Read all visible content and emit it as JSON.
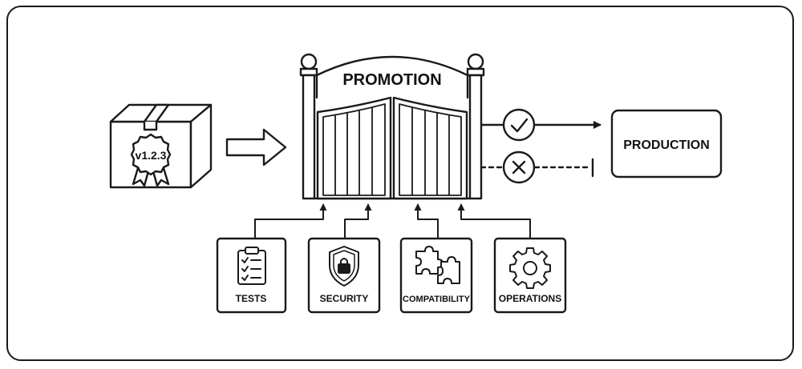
{
  "artifact": {
    "version_label": "v1.2.3"
  },
  "gate": {
    "title": "PROMOTION"
  },
  "outcomes": {
    "pass_icon": "check-circle-icon",
    "fail_icon": "x-circle-icon"
  },
  "destination": {
    "label": "PRODUCTION"
  },
  "checks": [
    {
      "label": "TESTS",
      "icon": "clipboard-checklist-icon"
    },
    {
      "label": "SECURITY",
      "icon": "shield-lock-icon"
    },
    {
      "label": "COMPATIBILITY",
      "icon": "puzzle-icon"
    },
    {
      "label": "OPERATIONS",
      "icon": "gear-icon"
    }
  ],
  "colors": {
    "stroke": "#1a1a1a",
    "background": "#ffffff"
  }
}
